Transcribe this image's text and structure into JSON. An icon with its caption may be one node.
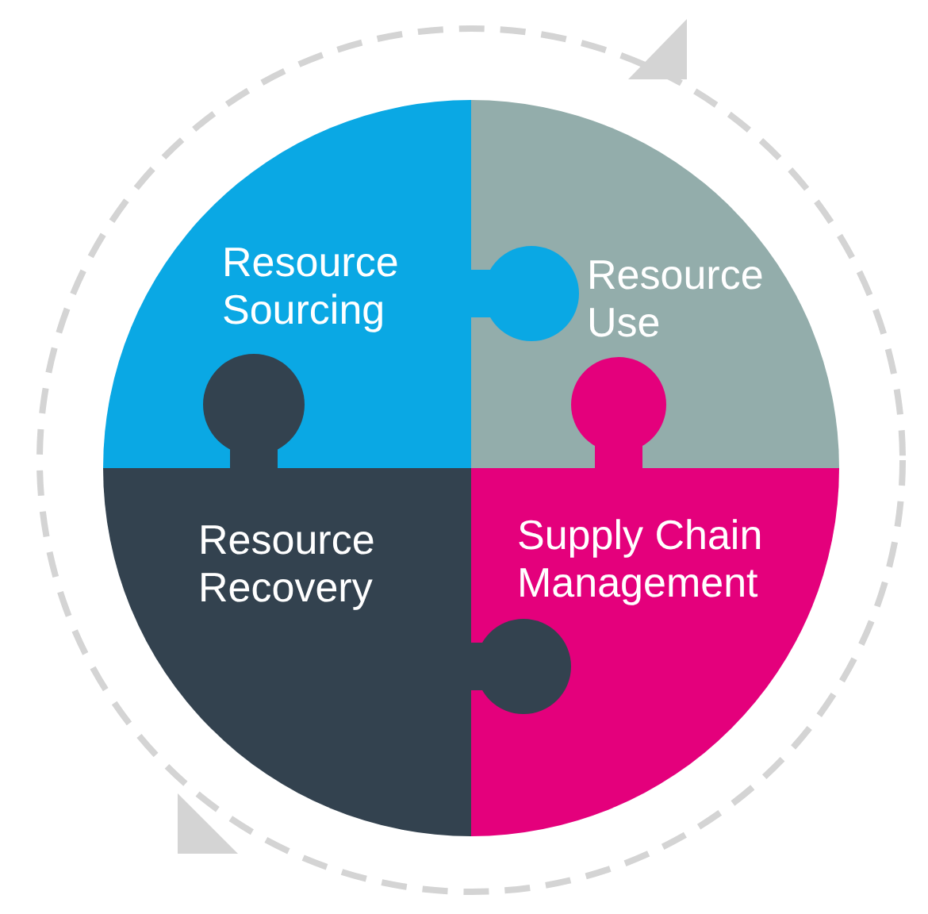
{
  "diagram": {
    "nodes": [
      {
        "text": [
          "Resource Sourcing"
        ]
      },
      {
        "text": [
          "Resource Use"
        ]
      },
      {
        "text": [
          "Resource Recovery"
        ]
      },
      {
        "text": [
          "Supply Chain Management"
        ]
      }
    ]
  }
}
